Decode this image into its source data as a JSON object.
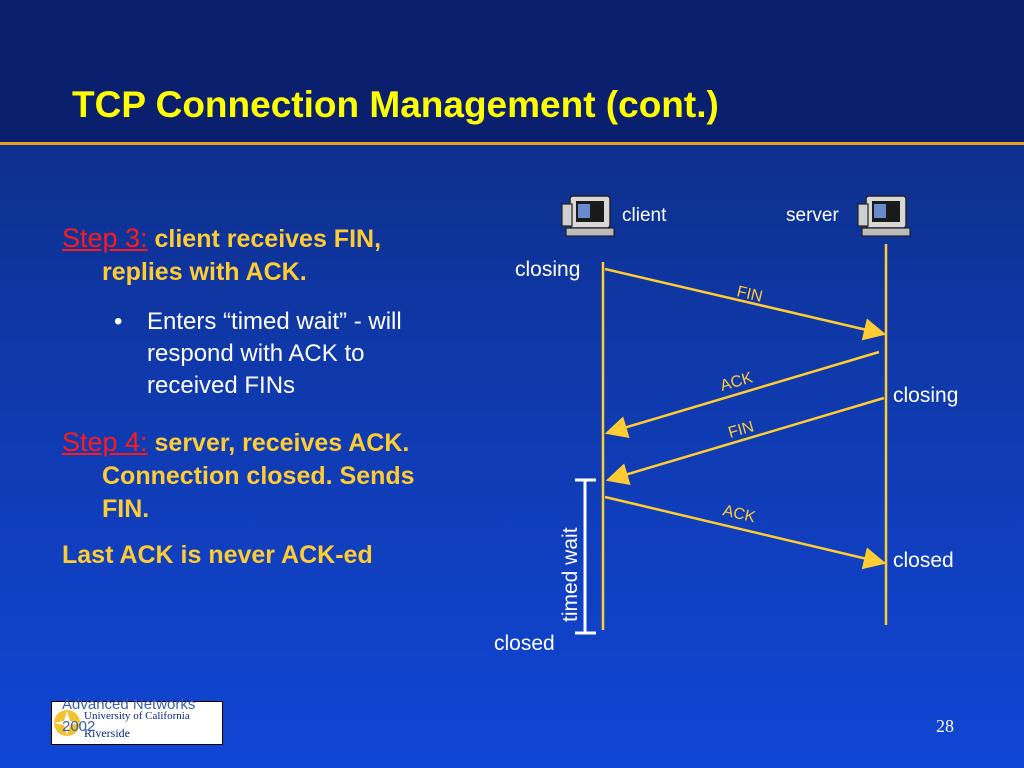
{
  "slide": {
    "title": "TCP Connection Management (cont.)",
    "page_number": "28"
  },
  "left_text": {
    "step3": {
      "label": "Step 3:",
      "line1": "client receives FIN,",
      "line2": "replies with ACK."
    },
    "bullet": {
      "marker": "•",
      "lines": [
        "Enters “timed wait” - will",
        "respond with ACK to",
        "received FINs"
      ]
    },
    "step4": {
      "label": "Step 4:",
      "line1": "server, receives ACK.",
      "line2": "Connection closed. Sends",
      "line3": "FIN."
    },
    "last_note": "Last ACK is never ACK-ed"
  },
  "diagram": {
    "client_label": "client",
    "server_label": "server",
    "client_states": [
      "closing",
      "closed"
    ],
    "server_states": [
      "closing",
      "closed"
    ],
    "timed_wait_label": "timed wait",
    "messages": [
      {
        "label": "FIN",
        "from": "client"
      },
      {
        "label": "ACK",
        "from": "server"
      },
      {
        "label": "FIN",
        "from": "server"
      },
      {
        "label": "ACK",
        "from": "client"
      }
    ],
    "line_color": "#ffcc33"
  },
  "footer": {
    "logo_line1": "University of California",
    "logo_line2": "Riverside",
    "text_line1": "Advanced Networks",
    "text_line2": "2002"
  }
}
